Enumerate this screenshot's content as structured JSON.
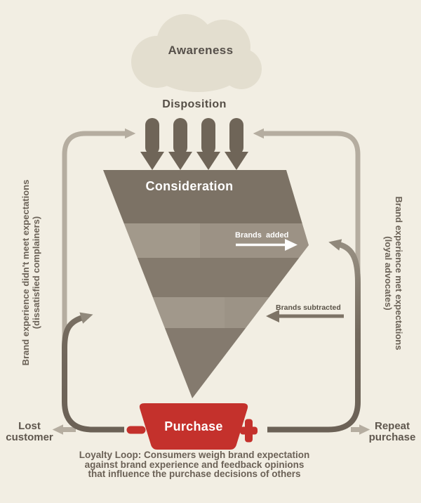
{
  "stages": {
    "awareness": "Awareness",
    "disposition": "Disposition",
    "consideration": "Consideration",
    "purchase": "Purchase"
  },
  "funnel_annotations": {
    "brands_added": "Brands added",
    "brands_subtracted": "Brands subtracted"
  },
  "left_loop": {
    "label_line1": "Brand experience didn't meet expectations",
    "label_line2": "(dissatisfied complainers)",
    "outcome": "Lost customer"
  },
  "right_loop": {
    "label_line1": "Brand experience met expectations",
    "label_line2": "(loyal advocates)",
    "outcome": "Repeat purchase"
  },
  "caption": {
    "line1": "Loyalty Loop: Consumers weigh brand expectation",
    "line2": "against brand experience and feedback opinions",
    "line3": "that influence the purchase decisions of others"
  },
  "icons": {
    "disposition_arrows": "down-arrow-icon (x4)",
    "brands_added": "right-arrow-icon",
    "brands_subtracted": "left-arrow-icon",
    "minus": "minus-icon",
    "plus": "plus-icon",
    "lost_customer": "left-arrow-icon",
    "repeat_purchase": "right-arrow-icon"
  },
  "colors": {
    "background": "#f2eee3",
    "cloud": "#e3decf",
    "disposition_arrow": "#6f6558",
    "funnel_band_dark": "#7c7265",
    "funnel_band_light": "#9c9285",
    "funnel_band_mid": "#847a6d",
    "purchase_red": "#c4312c",
    "loop_dark": "#6b6156",
    "loop_light": "#b5ada0",
    "branch_arrow": "#8d8578",
    "text_dark": "#57504a",
    "caption_text": "#6b6156"
  }
}
